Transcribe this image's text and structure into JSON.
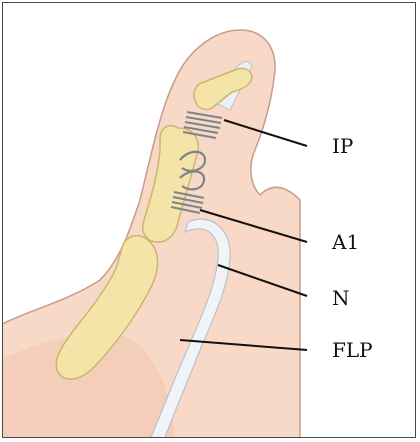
{
  "figure": {
    "labels": {
      "ip": "IP",
      "a1": "A1",
      "n": "N",
      "flp": "FLP"
    }
  }
}
